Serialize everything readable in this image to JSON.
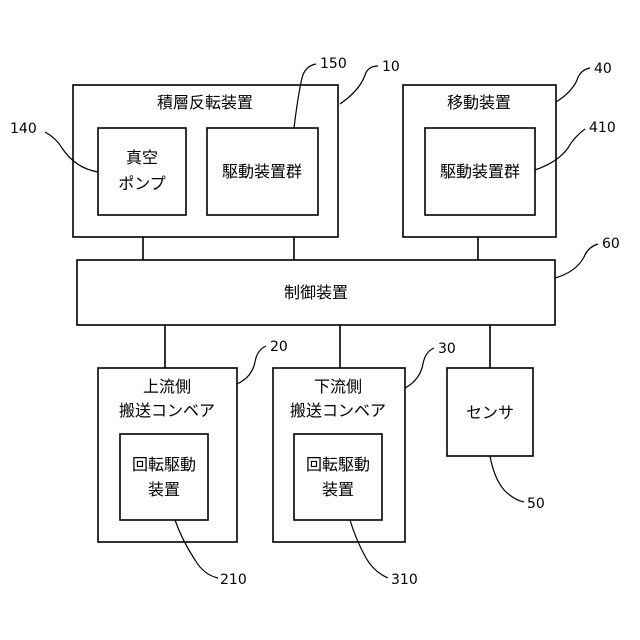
{
  "blocks": {
    "stacking_reversal": {
      "ref": "10",
      "title": "積層反転装置"
    },
    "vacuum_pump": {
      "ref": "140",
      "line1": "真空",
      "line2": "ポンプ"
    },
    "drive_group_1": {
      "ref": "150",
      "label": "駆動装置群"
    },
    "moving_device": {
      "ref": "40",
      "title": "移動装置"
    },
    "drive_group_2": {
      "ref": "410",
      "label": "駆動装置群"
    },
    "control_device": {
      "ref": "60",
      "label": "制御装置"
    },
    "upstream_conveyor": {
      "ref": "20",
      "line1": "上流側",
      "line2": "搬送コンベア"
    },
    "upstream_drive": {
      "ref": "210",
      "line1": "回転駆動",
      "line2": "装置"
    },
    "downstream_conveyor": {
      "ref": "30",
      "line1": "下流側",
      "line2": "搬送コンベア"
    },
    "downstream_drive": {
      "ref": "310",
      "line1": "回転駆動",
      "line2": "装置"
    },
    "sensor": {
      "ref": "50",
      "label": "センサ"
    }
  }
}
